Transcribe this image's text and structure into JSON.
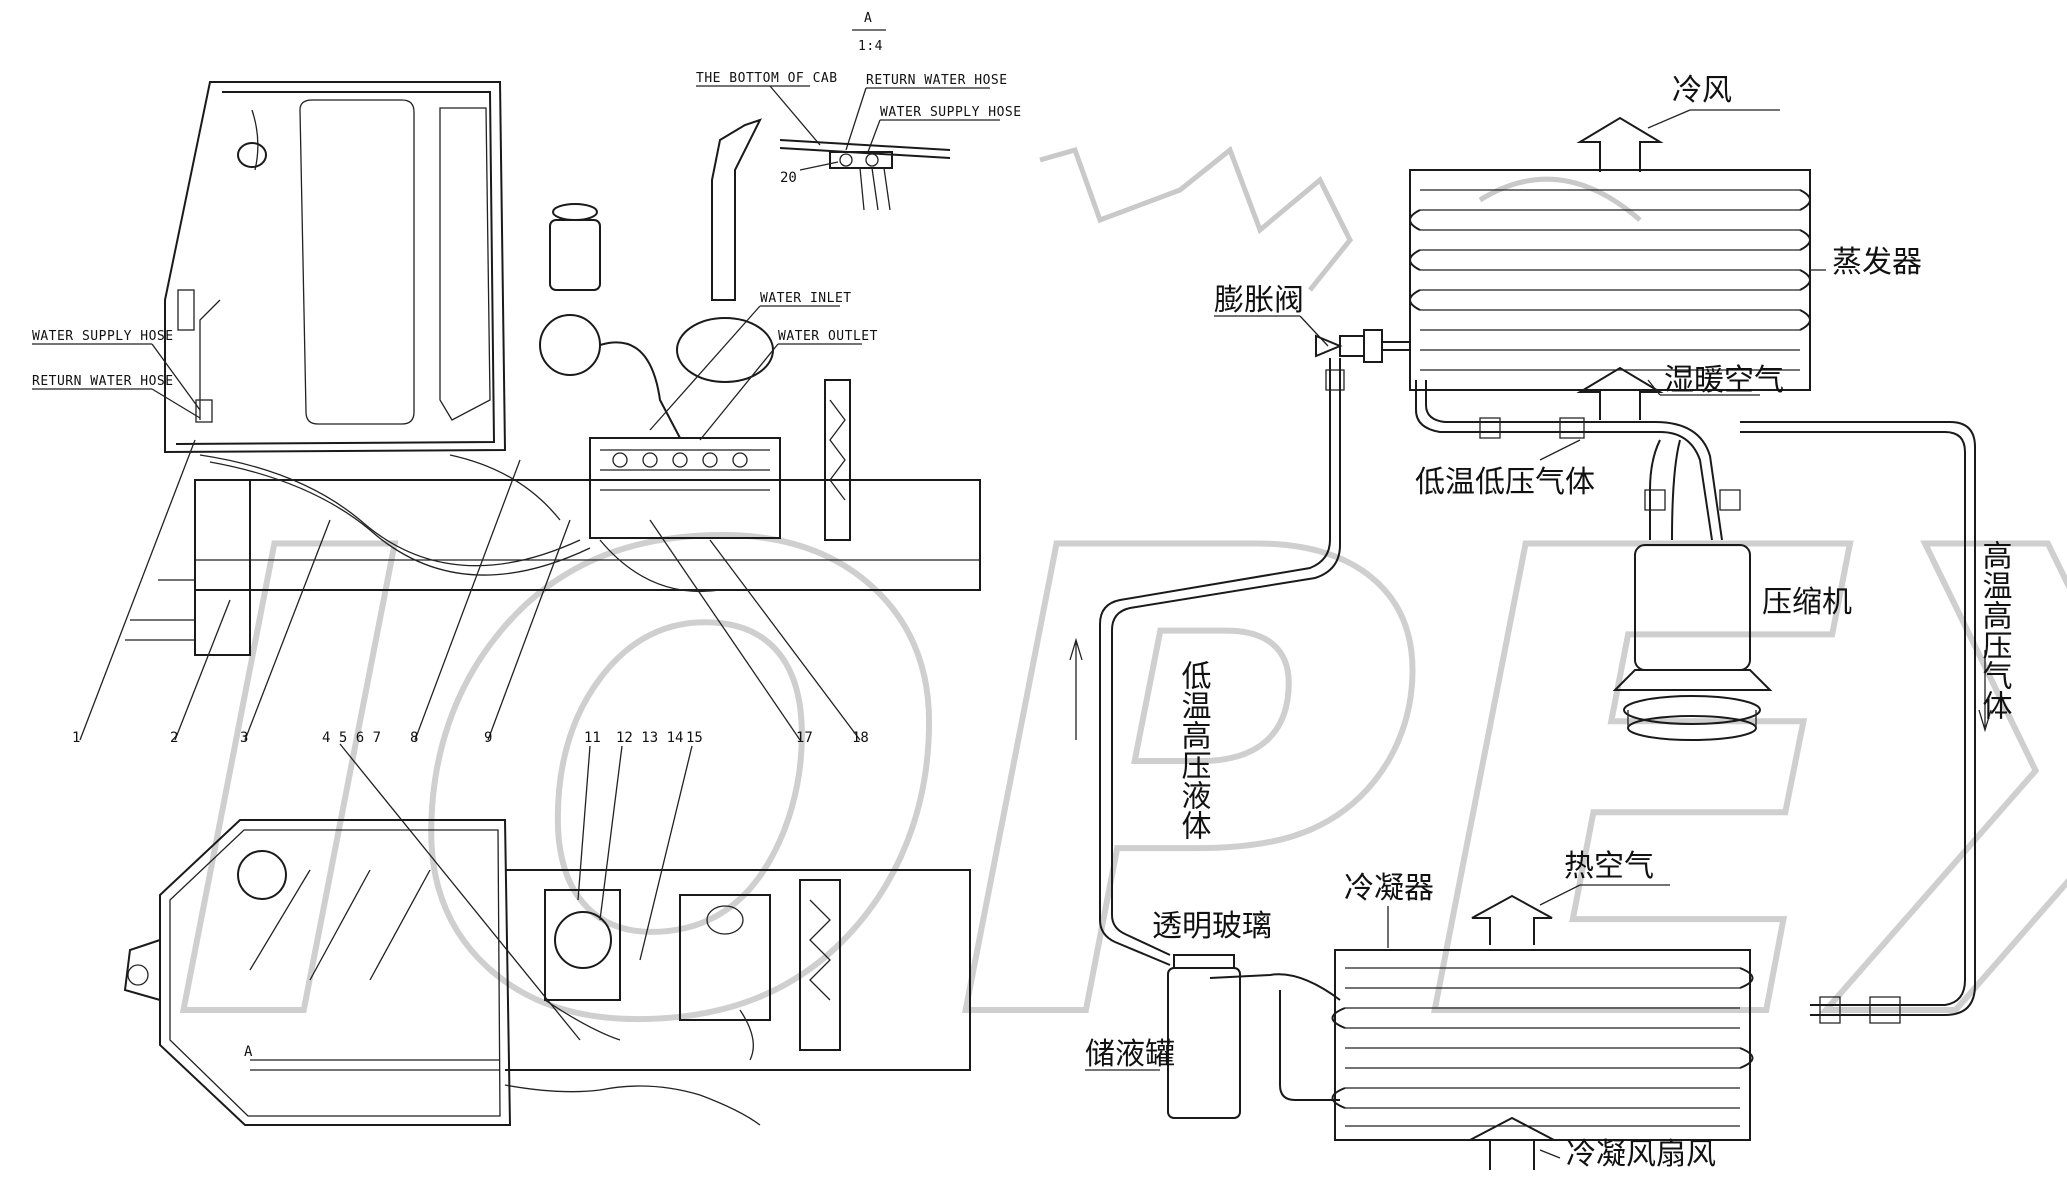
{
  "watermark": {
    "text": "IOPEX"
  },
  "detail_view": {
    "letter": "A",
    "scale": "1:4",
    "bottom_of_cab": "THE BOTTOM OF CAB",
    "return_hose": "RETURN WATER HOSE",
    "supply_hose": "WATER SUPPLY HOSE",
    "callout": "20"
  },
  "side_view": {
    "water_supply_hose": "WATER SUPPLY HOSE",
    "return_water_hose": "RETURN WATER HOSE",
    "water_inlet": "WATER INLET",
    "water_outlet": "WATER OUTLET",
    "callouts": [
      "1",
      "2",
      "3",
      "4 5 6 7",
      "8",
      "9",
      "17",
      "18"
    ]
  },
  "top_view": {
    "section_mark": "A",
    "callouts": [
      "11",
      "12 13 14",
      "15"
    ]
  },
  "ac_system": {
    "cold_air": "冷风",
    "evaporator": "蒸发器",
    "expansion_valve": "膨胀阀",
    "humid_warm_air": "湿暖空气",
    "low_temp_low_pressure_gas": "低温低压气体",
    "compressor": "压缩机",
    "high_temp_high_pressure_gas": "高温高压气体",
    "low_temp_high_pressure_liquid": "低温高压液体",
    "hot_air": "热空气",
    "condenser": "冷凝器",
    "sight_glass": "透明玻璃",
    "receiver_drier": "储液罐",
    "condenser_fan_air": "冷凝风扇风"
  }
}
